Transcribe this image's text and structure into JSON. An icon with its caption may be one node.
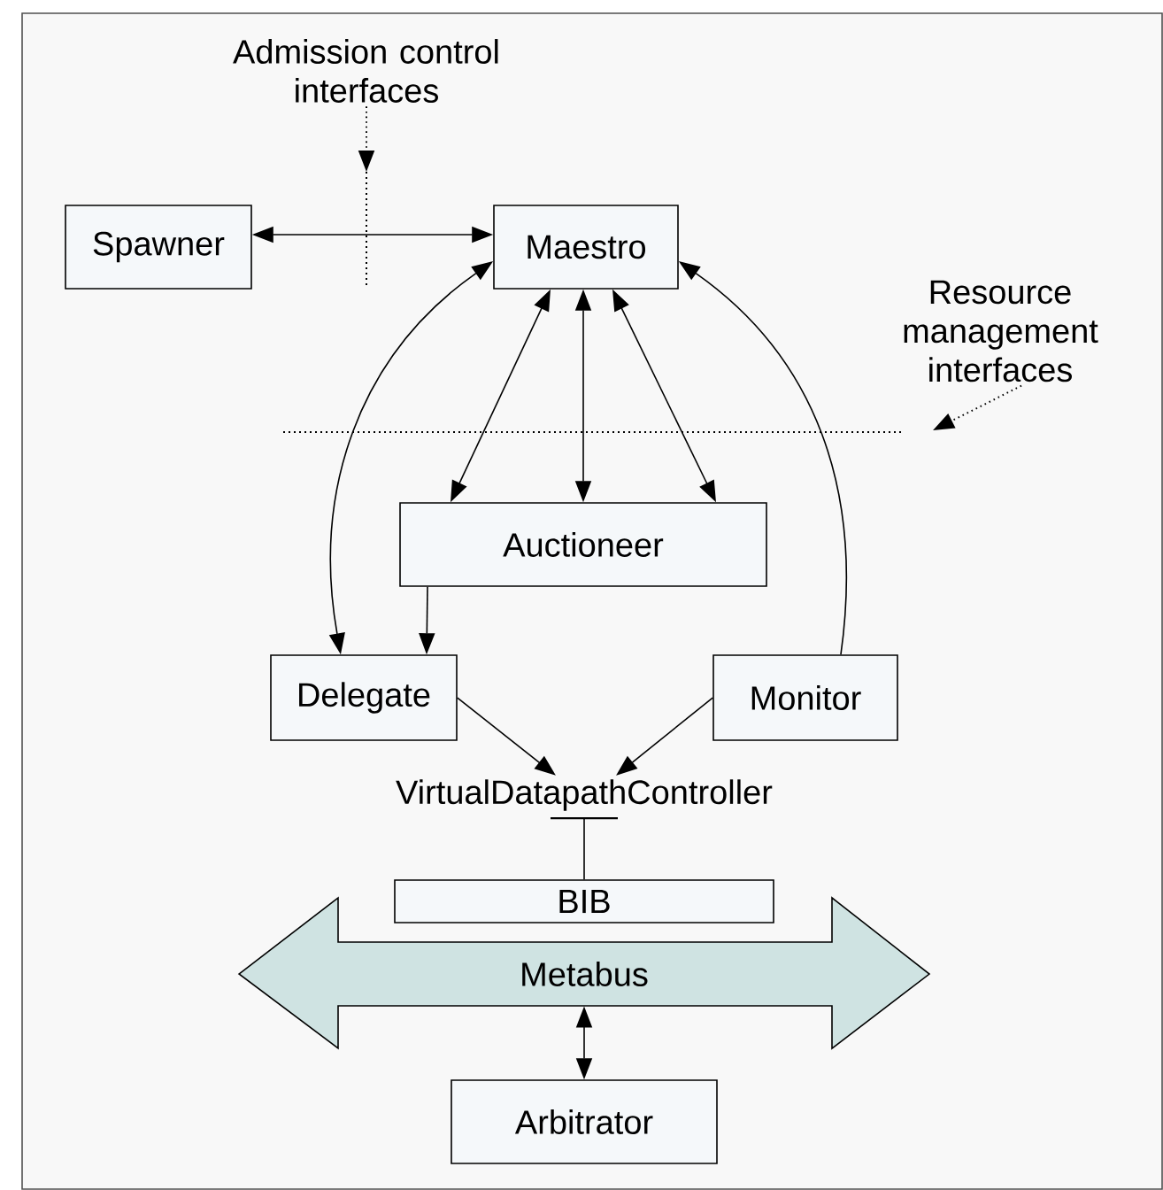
{
  "diagram": {
    "nodes": [
      {
        "text": [
          "Spawner"
        ]
      },
      {
        "text": [
          "Maestro"
        ]
      },
      {
        "text": [
          "Auctioneer"
        ]
      },
      {
        "text": [
          "Delegate"
        ]
      },
      {
        "text": [
          "Monitor"
        ]
      },
      {
        "text": [
          "VirtualDatapathController"
        ]
      },
      {
        "text": [
          "BIB"
        ]
      },
      {
        "text": [
          "Metabus"
        ]
      },
      {
        "text": [
          "Arbitrator"
        ]
      },
      {
        "text": [
          "Admission control interfaces"
        ]
      },
      {
        "text": [
          "Resource management interfaces"
        ]
      }
    ],
    "edges": [
      {
        "from": 0,
        "to": 1,
        "arrow": "both"
      },
      {
        "from": 3,
        "to": 1,
        "arrow": "both"
      },
      {
        "from": 1,
        "to": 2,
        "arrow": "both"
      },
      {
        "from": 1,
        "to": 2,
        "arrow": "both"
      },
      {
        "from": 1,
        "to": 2,
        "arrow": "both"
      },
      {
        "from": 2,
        "to": 3,
        "arrow": "to"
      },
      {
        "from": 4,
        "to": 1,
        "arrow": "to"
      },
      {
        "from": 3,
        "to": 5,
        "arrow": "to"
      },
      {
        "from": 4,
        "to": 5,
        "arrow": "to"
      },
      {
        "from": 6,
        "to": 5,
        "arrow": "none"
      },
      {
        "from": 8,
        "to": 7,
        "arrow": "both"
      },
      {
        "from": 9,
        "to": null,
        "arrow": "to",
        "style": "dashed"
      },
      {
        "from": 10,
        "to": null,
        "arrow": "to",
        "style": "dashed"
      }
    ]
  }
}
